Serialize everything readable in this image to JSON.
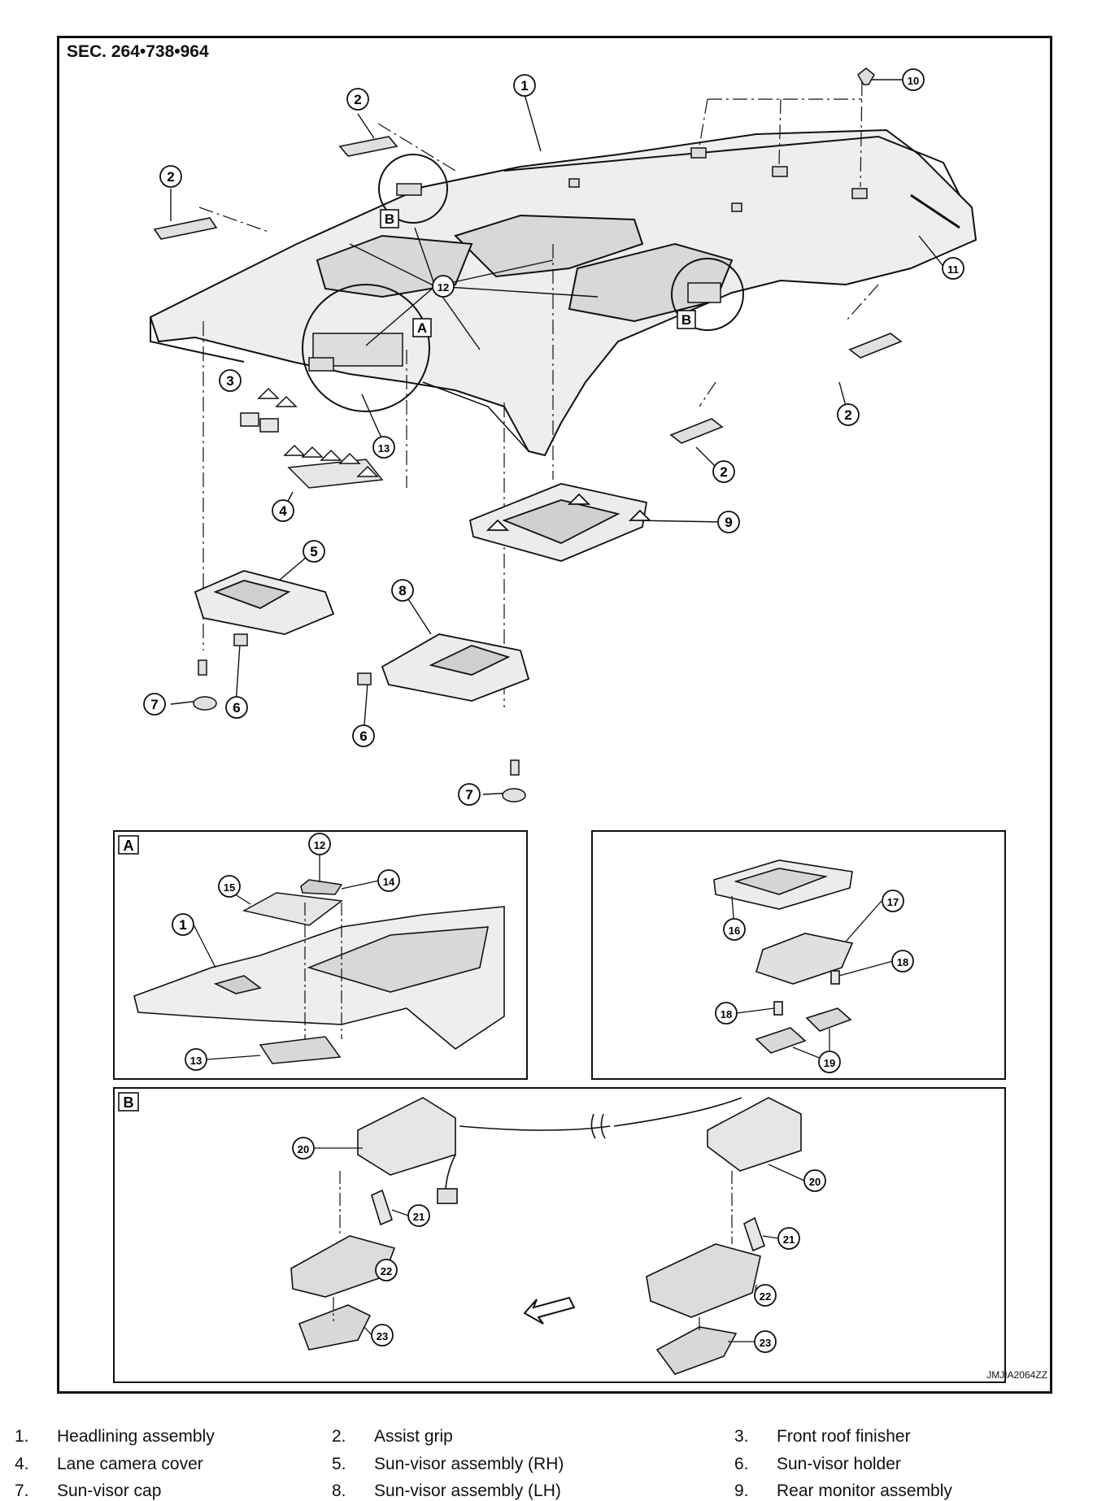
{
  "section_label": "SEC. 264•738•964",
  "figure_code": "JMJIA2064ZZ",
  "callouts": {
    "c1": "1",
    "c2": "2",
    "c3": "3",
    "c4": "4",
    "c5": "5",
    "c6": "6",
    "c7": "7",
    "c8": "8",
    "c9": "9",
    "c10": "10",
    "c11": "11",
    "c12": "12",
    "c13": "13",
    "c14": "14",
    "c15": "15",
    "c16": "16",
    "c17": "17",
    "c18": "18",
    "c19": "19",
    "c20": "20",
    "c21": "21",
    "c22": "22",
    "c23": "23"
  },
  "detail_tags": {
    "a": "A",
    "b": "B"
  },
  "legend": [
    {
      "num": "1.",
      "label": "Headlining assembly"
    },
    {
      "num": "2.",
      "label": "Assist grip"
    },
    {
      "num": "3.",
      "label": "Front roof finisher"
    },
    {
      "num": "4.",
      "label": "Lane camera cover"
    },
    {
      "num": "5.",
      "label": "Sun-visor assembly (RH)"
    },
    {
      "num": "6.",
      "label": "Sun-visor holder"
    },
    {
      "num": "7.",
      "label": "Sun-visor cap"
    },
    {
      "num": "8.",
      "label": "Sun-visor assembly (LH)"
    },
    {
      "num": "9.",
      "label": "Rear monitor assembly"
    }
  ],
  "colors": {
    "line": "#111111",
    "part_fill": "#e6e6e6",
    "dark_fill": "#9a9a9a",
    "background": "#ffffff"
  }
}
